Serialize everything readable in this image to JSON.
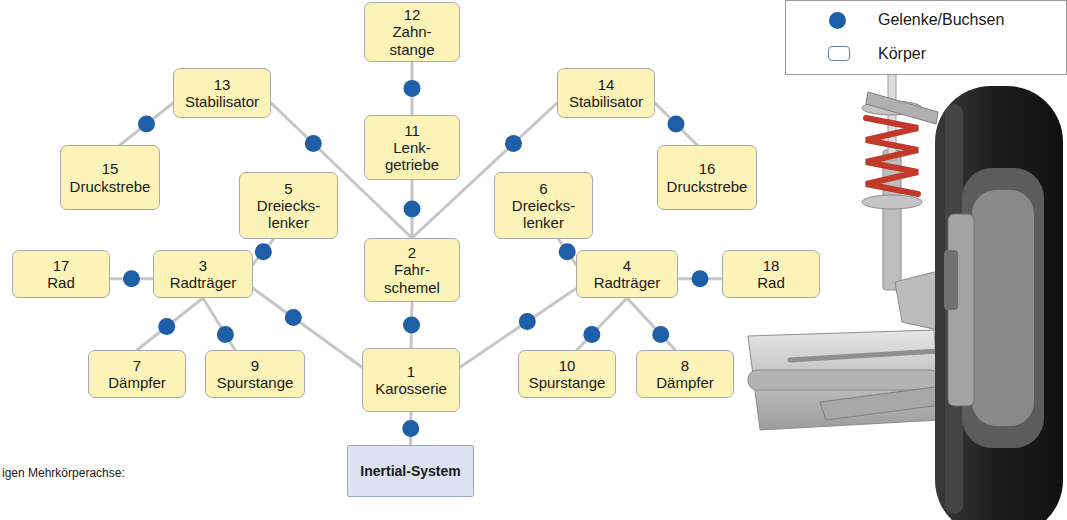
{
  "diagram": {
    "nodes": [
      {
        "text": [
          "12",
          "Zahn- stange"
        ]
      },
      {
        "text": [
          "13",
          "Stabilisator"
        ]
      },
      {
        "text": [
          "14",
          "Stabilisator"
        ]
      },
      {
        "text": [
          "11",
          "Lenk- getriebe"
        ]
      },
      {
        "text": [
          "15",
          "Druckstrebe"
        ]
      },
      {
        "text": [
          "16",
          "Druckstrebe"
        ]
      },
      {
        "text": [
          "5",
          "Dreiecks- lenker"
        ]
      },
      {
        "text": [
          "6",
          "Dreiecks- lenker"
        ]
      },
      {
        "text": [
          "2",
          "Fahr- schemel"
        ]
      },
      {
        "text": [
          "17",
          "Rad"
        ]
      },
      {
        "text": [
          "3",
          "Radträger"
        ]
      },
      {
        "text": [
          "4",
          "Radträger"
        ]
      },
      {
        "text": [
          "18",
          "Rad"
        ]
      },
      {
        "text": [
          "7",
          "Dämpfer"
        ]
      },
      {
        "text": [
          "9",
          "Spurstange"
        ]
      },
      {
        "text": [
          "1",
          "Karosserie"
        ]
      },
      {
        "text": [
          "10",
          "Spurstange"
        ]
      },
      {
        "text": [
          "8",
          "Dämpfer"
        ]
      },
      {
        "text": [
          "Inertial-System"
        ]
      }
    ],
    "edges": [
      {
        "from": 18,
        "to": 15,
        "arrow": "none"
      },
      {
        "from": 15,
        "to": 8,
        "arrow": "none"
      },
      {
        "from": 8,
        "to": 3,
        "arrow": "none"
      },
      {
        "from": 3,
        "to": 0,
        "arrow": "none"
      },
      {
        "from": 8,
        "to": 1,
        "arrow": "none"
      },
      {
        "from": 8,
        "to": 2,
        "arrow": "none"
      },
      {
        "from": 1,
        "to": 4,
        "arrow": "none"
      },
      {
        "from": 2,
        "to": 5,
        "arrow": "none"
      },
      {
        "from": 15,
        "to": 10,
        "arrow": "none"
      },
      {
        "from": 15,
        "to": 11,
        "arrow": "none"
      },
      {
        "from": 10,
        "to": 6,
        "arrow": "none"
      },
      {
        "from": 11,
        "to": 7,
        "arrow": "none"
      },
      {
        "from": 10,
        "to": 9,
        "arrow": "none"
      },
      {
        "from": 11,
        "to": 12,
        "arrow": "none"
      },
      {
        "from": 10,
        "to": 13,
        "arrow": "none"
      },
      {
        "from": 10,
        "to": 14,
        "arrow": "none"
      },
      {
        "from": 11,
        "to": 16,
        "arrow": "none"
      },
      {
        "from": 11,
        "to": 17,
        "arrow": "none"
      }
    ],
    "labels": [
      "igen Mehrkörperachse:"
    ],
    "legend": [
      {
        "text": "Gelenke/Buchsen",
        "color": "#1f5fa8"
      },
      {
        "text": "Körper"
      }
    ]
  }
}
